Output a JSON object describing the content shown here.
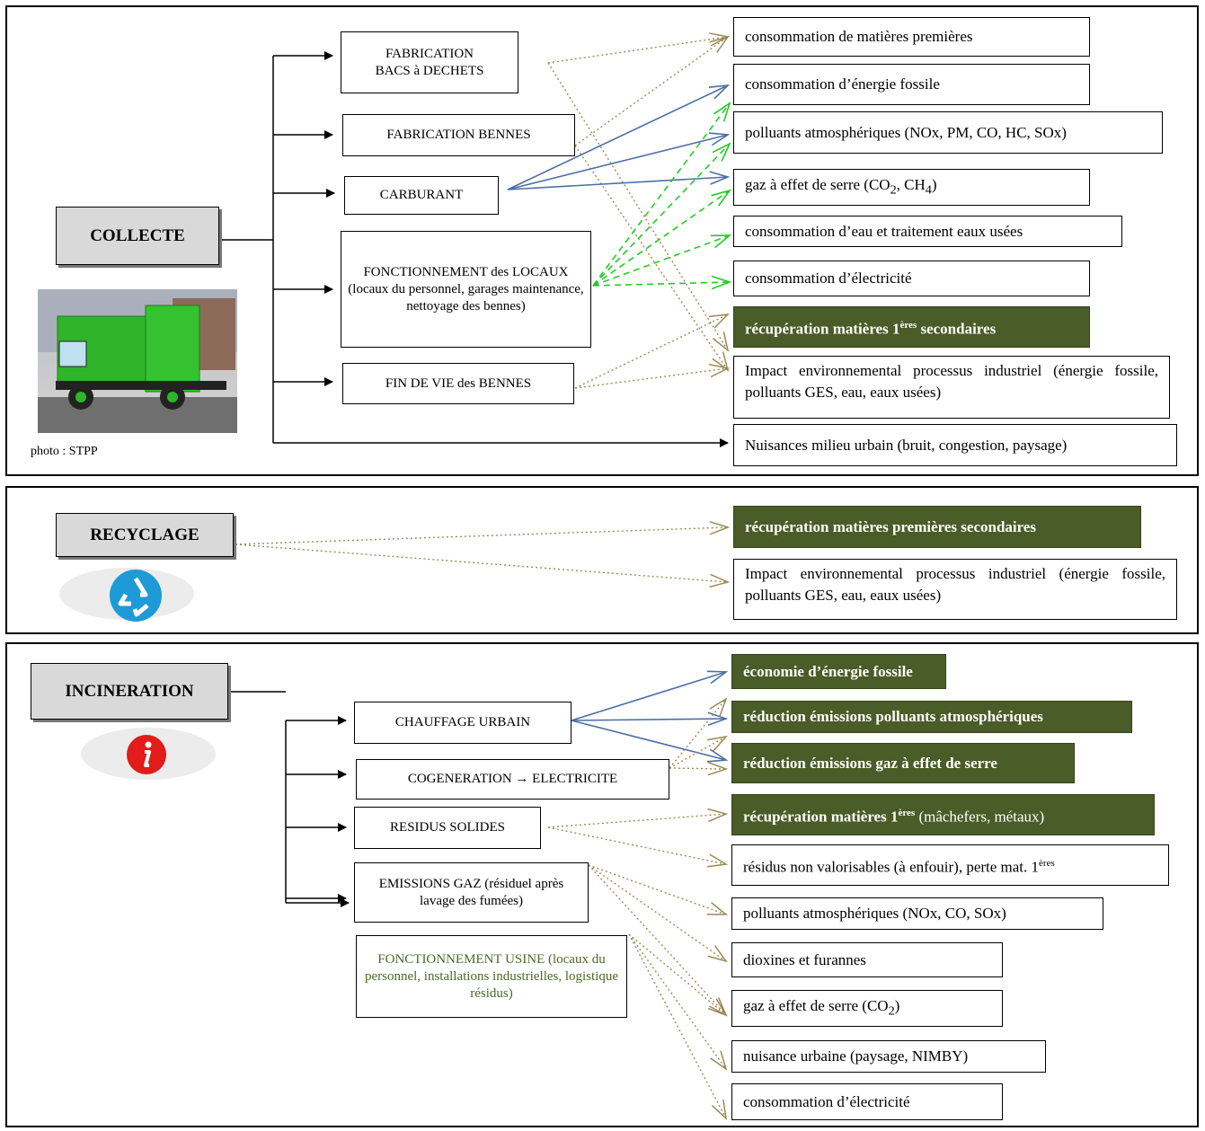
{
  "collecte": {
    "title": "COLLECTE",
    "photo_caption": "photo : STPP",
    "sources": {
      "bacs_1": "FABRICATION",
      "bacs_2": "BACS à DECHETS",
      "bennes": "FABRICATION BENNES",
      "carburant": "CARBURANT",
      "locaux": "FONCTIONNEMENT des LOCAUX (locaux du personnel, garages maintenance, nettoyage des bennes)",
      "fin_vie": "FIN DE VIE des BENNES"
    },
    "impacts": {
      "matieres": "consommation de matières premières",
      "energie": "consommation d’énergie fossile",
      "polluants": "polluants atmosphériques (NOx, PM, CO, HC, SOx)",
      "ges_pre": "gaz à effet de serre (CO",
      "ges_sub1": "2",
      "ges_mid": ", CH",
      "ges_sub2": "4",
      "ges_post": ")",
      "eau": "consommation d’eau et traitement eaux usées",
      "electricite": "consommation d’électricité",
      "recup_pre": "récupération matières 1",
      "recup_sup": "ères",
      "recup_post": " secondaires",
      "impact_industriel": "Impact environnemental processus industriel (énergie fossile, polluants GES, eau, eaux usées)",
      "nuisances": "Nuisances milieu urbain (bruit, congestion, paysage)"
    }
  },
  "recyclage": {
    "title": "RECYCLAGE",
    "recup": "récupération matières premières secondaires",
    "impact_industriel": "Impact environnemental processus industriel (énergie fossile, polluants GES, eau, eaux usées)"
  },
  "incineration": {
    "title": "INCINERATION",
    "sources": {
      "chauffage": "CHAUFFAGE URBAIN",
      "cogen_pre": "COGENERATION ",
      "cogen_arrow": "→",
      "cogen_post": " ELECTRICITE",
      "residus": "RESIDUS SOLIDES",
      "emissions": "EMISSIONS GAZ (résiduel après lavage des fumées)",
      "usine": "FONCTIONNEMENT USINE (locaux du personnel, installations industrielles, logistique résidus)"
    },
    "impacts": {
      "economie": "économie d’énergie fossile",
      "reduction_polluants": "réduction émissions polluants atmosphériques",
      "reduction_ges": "réduction émissions gaz à effet de serre",
      "recup_pre": "récupération matières 1",
      "recup_sup": "ères",
      "recup_post": " (mâchefers, métaux)",
      "residus_pre": "résidus non valorisables (à enfouir), perte mat. 1",
      "residus_sup": "ères",
      "polluants": "polluants atmosphériques (NOx, CO, SOx)",
      "dioxines": "dioxines et furannes",
      "ges_pre": "gaz à effet de serre (CO",
      "ges_sub": "2",
      "ges_post": ")",
      "nuisance": "nuisance urbaine (paysage, NIMBY)",
      "electricite": "consommation d’électricité"
    }
  },
  "colors": {
    "dark_green": "#4a5c27",
    "blue_arrow": "#4a6fa5",
    "green_dash": "#22cc22",
    "dotted": "#9b8a55",
    "grey_box": "#d9d9d9"
  }
}
